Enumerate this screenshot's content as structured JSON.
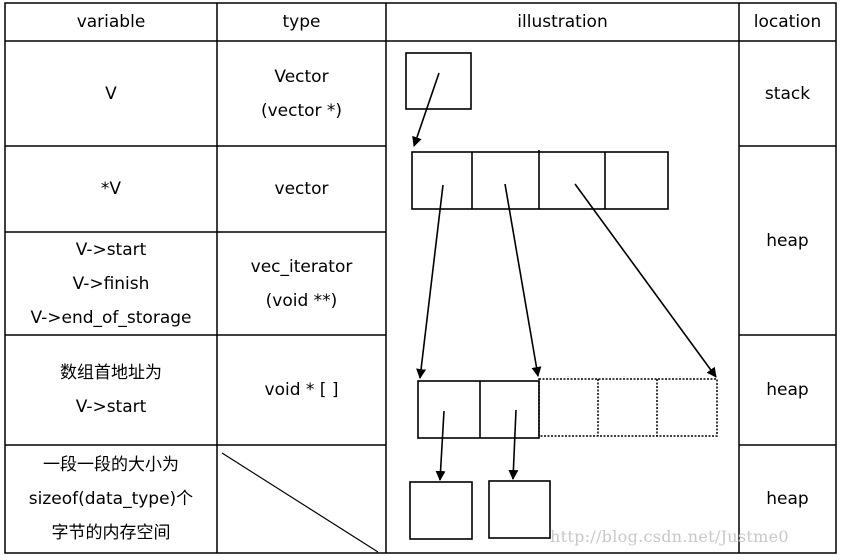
{
  "headers": {
    "variable": "variable",
    "type": "type",
    "illustration": "illustration",
    "location": "location"
  },
  "rows": [
    {
      "variable": [
        "V"
      ],
      "type": [
        "Vector",
        "(vector *)"
      ],
      "location": "stack"
    },
    {
      "variable": [
        "*V"
      ],
      "type": [
        "vector"
      ],
      "location": "heap"
    },
    {
      "variable": [
        "V->start",
        "V->finish",
        "V->end_of_storage"
      ],
      "type": [
        "vec_iterator",
        "(void **)"
      ]
    },
    {
      "variable": [
        "数组首地址为",
        "V->start"
      ],
      "type": [
        "void * [ ]"
      ],
      "location": "heap"
    },
    {
      "variable": [
        "一段一段的大小为",
        "sizeof(data_type)个",
        "字节的内存空间"
      ],
      "type": [],
      "location": "heap"
    }
  ],
  "illustration": {
    "pointer_box": "V (stack pointer)",
    "vector_struct_fields": 4,
    "map_array": {
      "allocated_slots": 2,
      "unused_slots": 3
    },
    "data_blocks": 2
  },
  "watermark": "http://blog.csdn.net/Justme0"
}
